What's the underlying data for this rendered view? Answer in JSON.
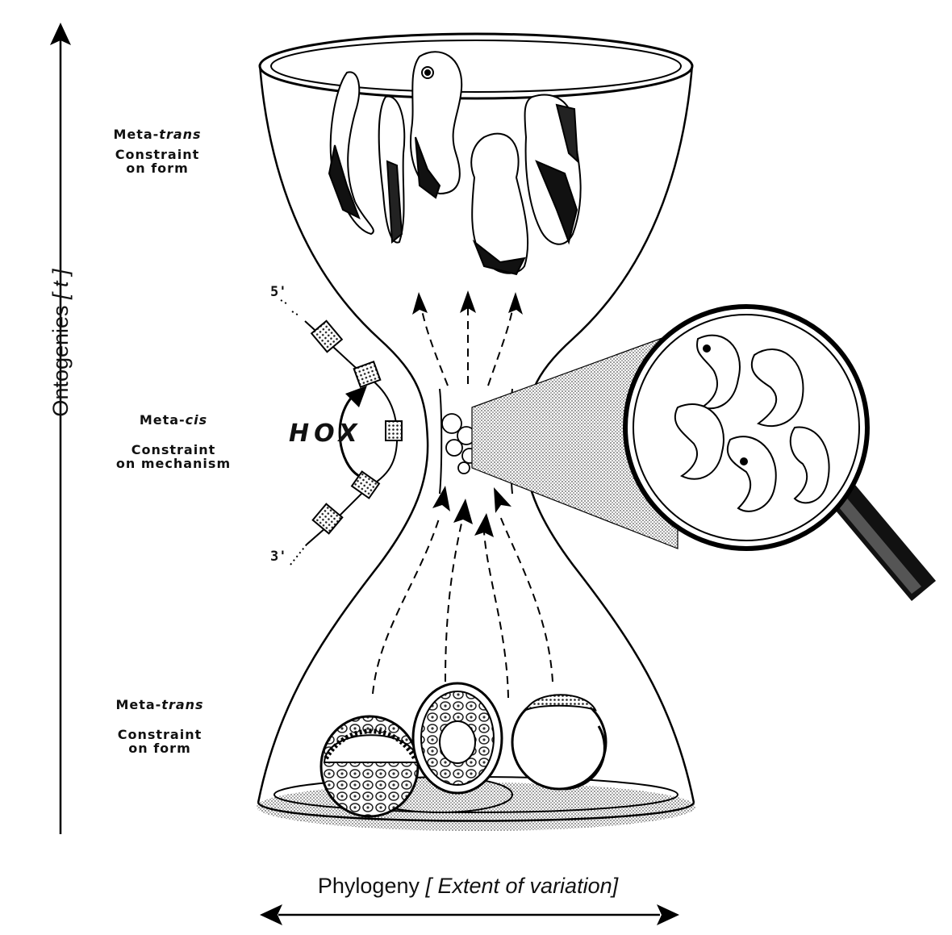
{
  "axes": {
    "y_label_main": "Ontogenies ",
    "y_label_bracket": "[ t ]",
    "x_label_main": "Phylogeny ",
    "x_label_bracket": "[ Extent of variation]"
  },
  "levels": {
    "top": {
      "name_prefix": "Meta-",
      "name_ital": "trans",
      "desc_line1": "Constraint",
      "desc_line2": "on form"
    },
    "middle": {
      "name_prefix": "Meta-",
      "name_ital": "cis",
      "desc_line1": "Constraint",
      "desc_line2": "on mechanism"
    },
    "bottom": {
      "name_prefix": "Meta-",
      "name_ital": "trans",
      "desc_line1": "Constraint",
      "desc_line2": "on form"
    }
  },
  "gene": {
    "label": "HOX",
    "five_prime": "5'",
    "three_prime": "3'"
  }
}
